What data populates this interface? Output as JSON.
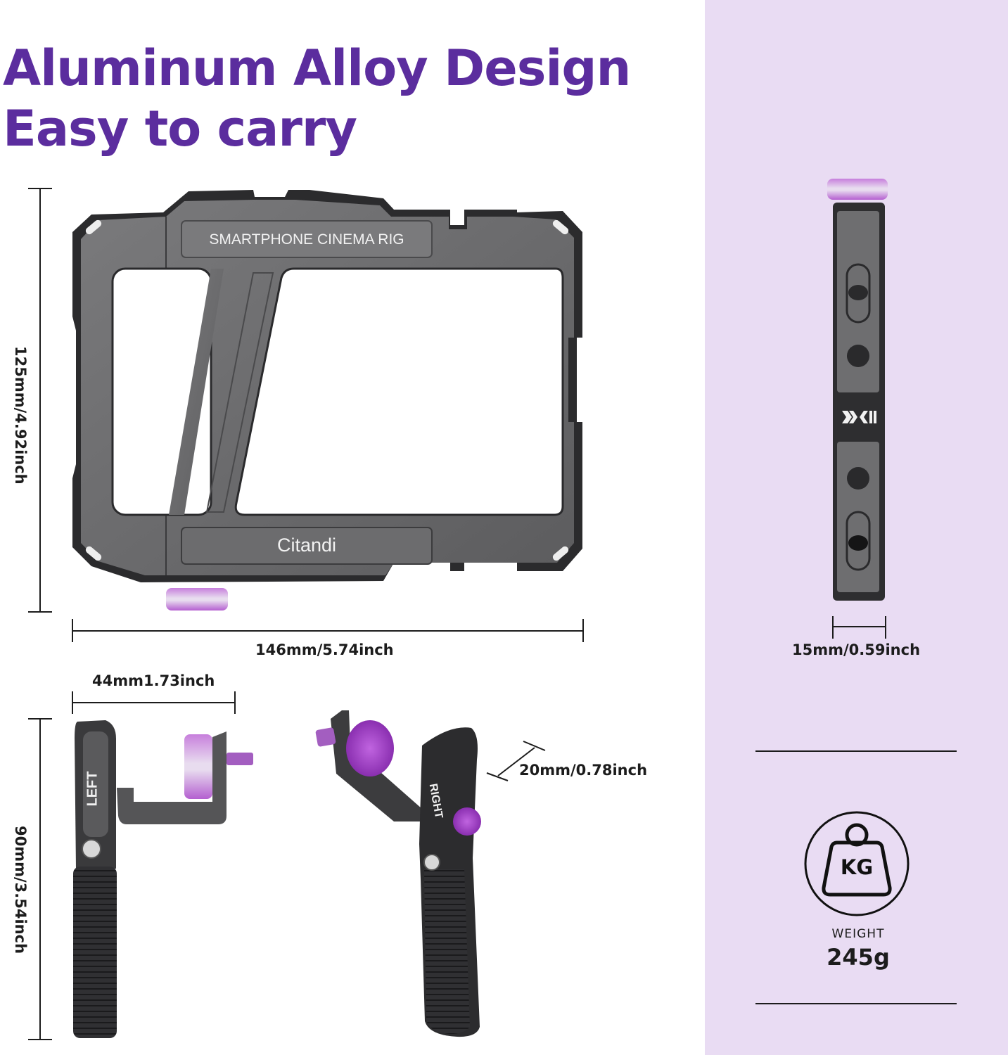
{
  "headline": {
    "line1": "Aluminum Alloy Design",
    "line2": "Easy to carry",
    "color": "#5b2d9e"
  },
  "colors": {
    "right_panel_bg": "#e9dcf3",
    "metal_gray": "#6b6b6d",
    "metal_dark": "#2b2b2d",
    "accent_purple": "#b45fd0"
  },
  "product": {
    "frame": {
      "top_plate_text": "SMARTPHONE CINEMA RIG",
      "bottom_plate_text": "Citandi"
    },
    "side_view": {
      "logo_icon": "brand-logo-icon"
    },
    "left_handle": {
      "label": "LEFT"
    },
    "right_handle": {
      "label": "RIGHT"
    }
  },
  "dimensions": {
    "frame_height": "125mm/4.92inch",
    "frame_width": "146mm/5.74inch",
    "frame_depth": "15mm/0.59inch",
    "handle_width": "44mm1.73inch",
    "handle_height": "90mm/3.54inch",
    "handle_thickness": "20mm/0.78inch"
  },
  "weight": {
    "icon": "kg-weight-icon",
    "icon_text": "KG",
    "label": "WEIGHT",
    "value": "245g"
  }
}
